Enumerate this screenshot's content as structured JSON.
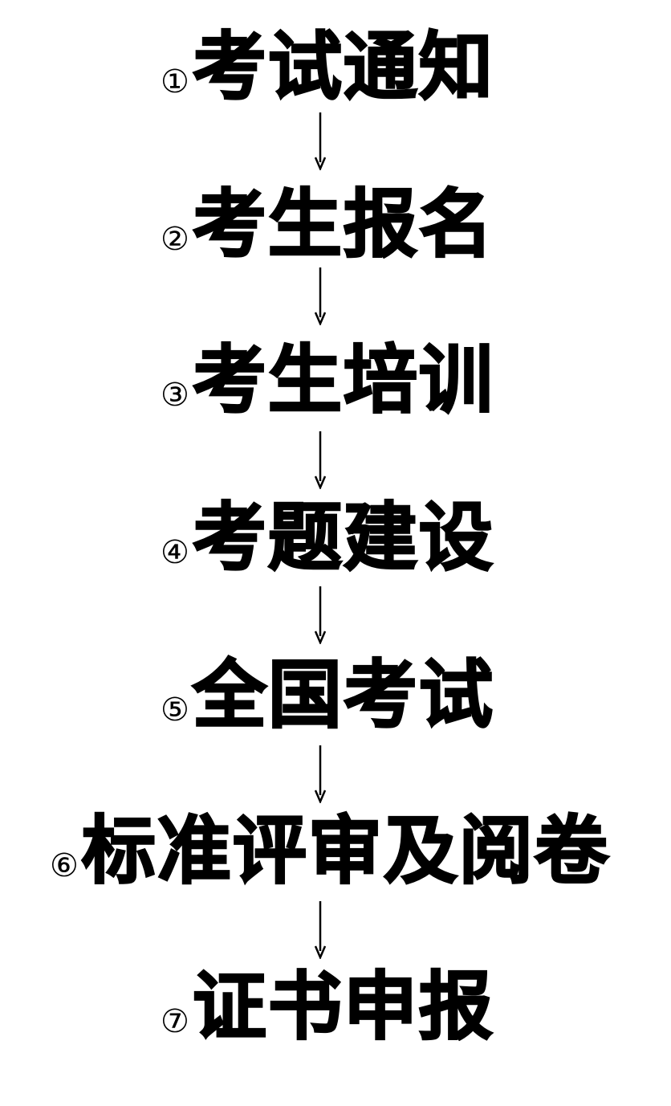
{
  "steps": [
    {
      "num": "①",
      "label": "考试通知"
    },
    {
      "num": "②",
      "label": "考生报名"
    },
    {
      "num": "③",
      "label": "考生培训"
    },
    {
      "num": "④",
      "label": "考题建设"
    },
    {
      "num": "⑤",
      "label": "全国考试"
    },
    {
      "num": "⑥",
      "label": "标准评审及阅卷"
    },
    {
      "num": "⑦",
      "label": "证书申报"
    }
  ],
  "colors": {
    "text": "#000000",
    "background": "#ffffff"
  },
  "icons": {
    "connector": "down-arrow-icon"
  }
}
